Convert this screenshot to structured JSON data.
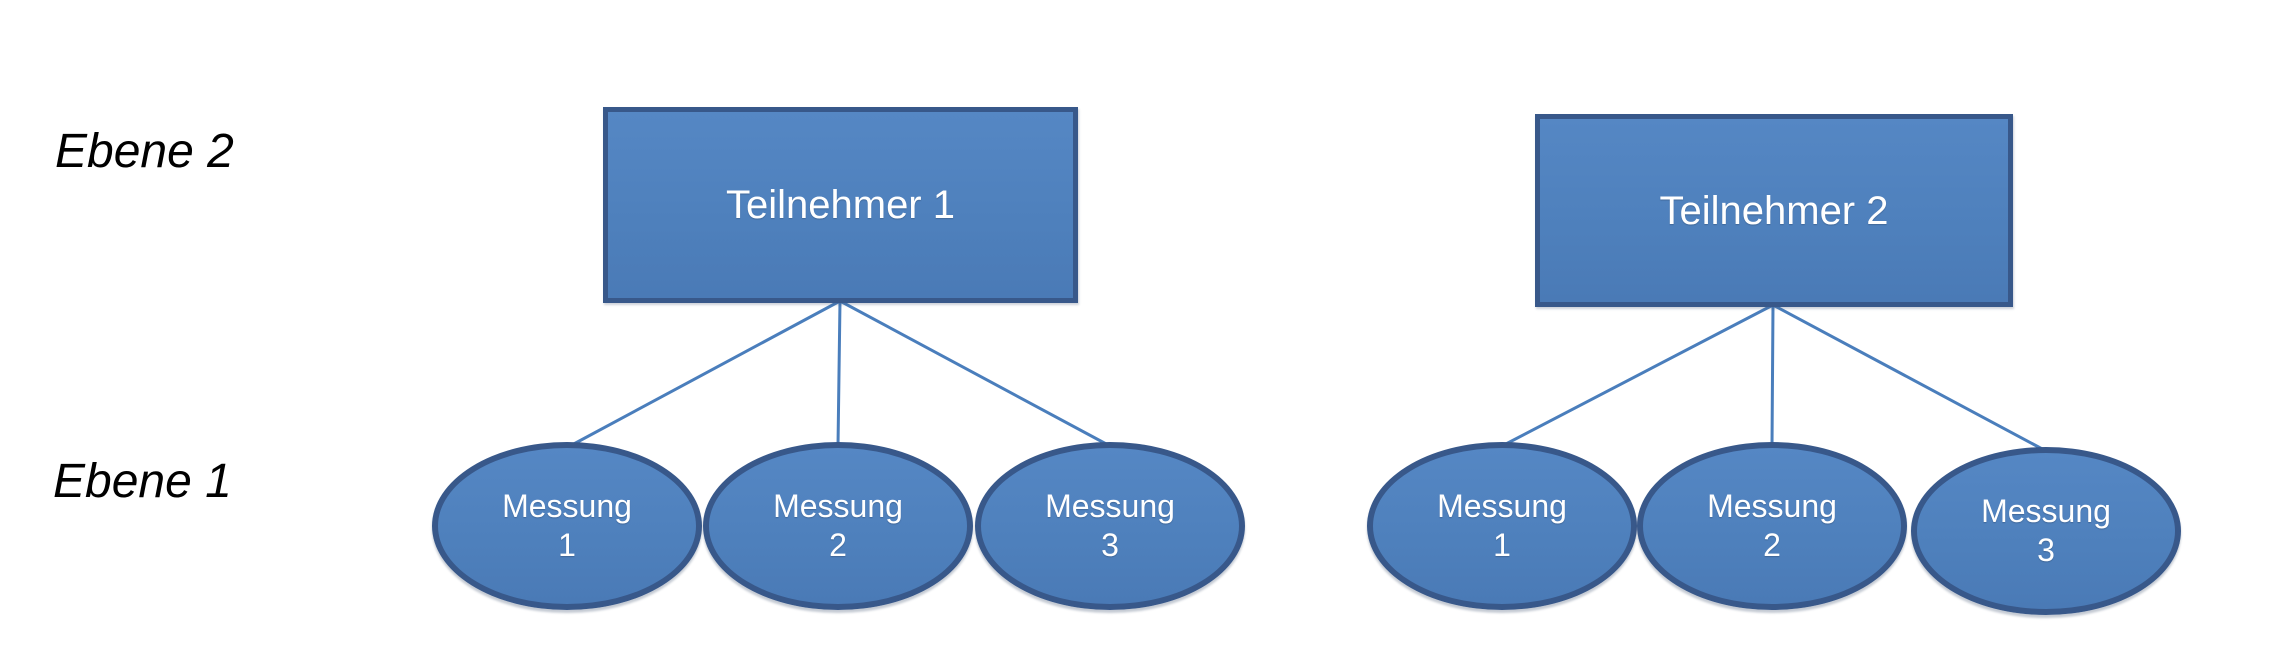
{
  "page": {
    "background": "#ffffff"
  },
  "colors": {
    "page_bg": "#ffffff",
    "node_fill": "#4e80bc",
    "node_fill_light": "#5587c4",
    "node_fill_dark": "#4a7ab6",
    "node_border": "#38588a",
    "connector": "#4a7ebc",
    "node_text": "#ffffff",
    "label_text": "#000000"
  },
  "levels": [
    {
      "label": "Ebene 2"
    },
    {
      "label": "Ebene 1"
    }
  ],
  "tree": {
    "groups": [
      {
        "parent": {
          "label": "Teilnehmer 1"
        },
        "children": [
          {
            "line1": "Messung",
            "line2": "1"
          },
          {
            "line1": "Messung",
            "line2": "2"
          },
          {
            "line1": "Messung",
            "line2": "3"
          }
        ]
      },
      {
        "parent": {
          "label": "Teilnehmer 2"
        },
        "children": [
          {
            "line1": "Messung",
            "line2": "1"
          },
          {
            "line1": "Messung",
            "line2": "2"
          },
          {
            "line1": "Messung",
            "line2": "3"
          }
        ]
      }
    ]
  }
}
